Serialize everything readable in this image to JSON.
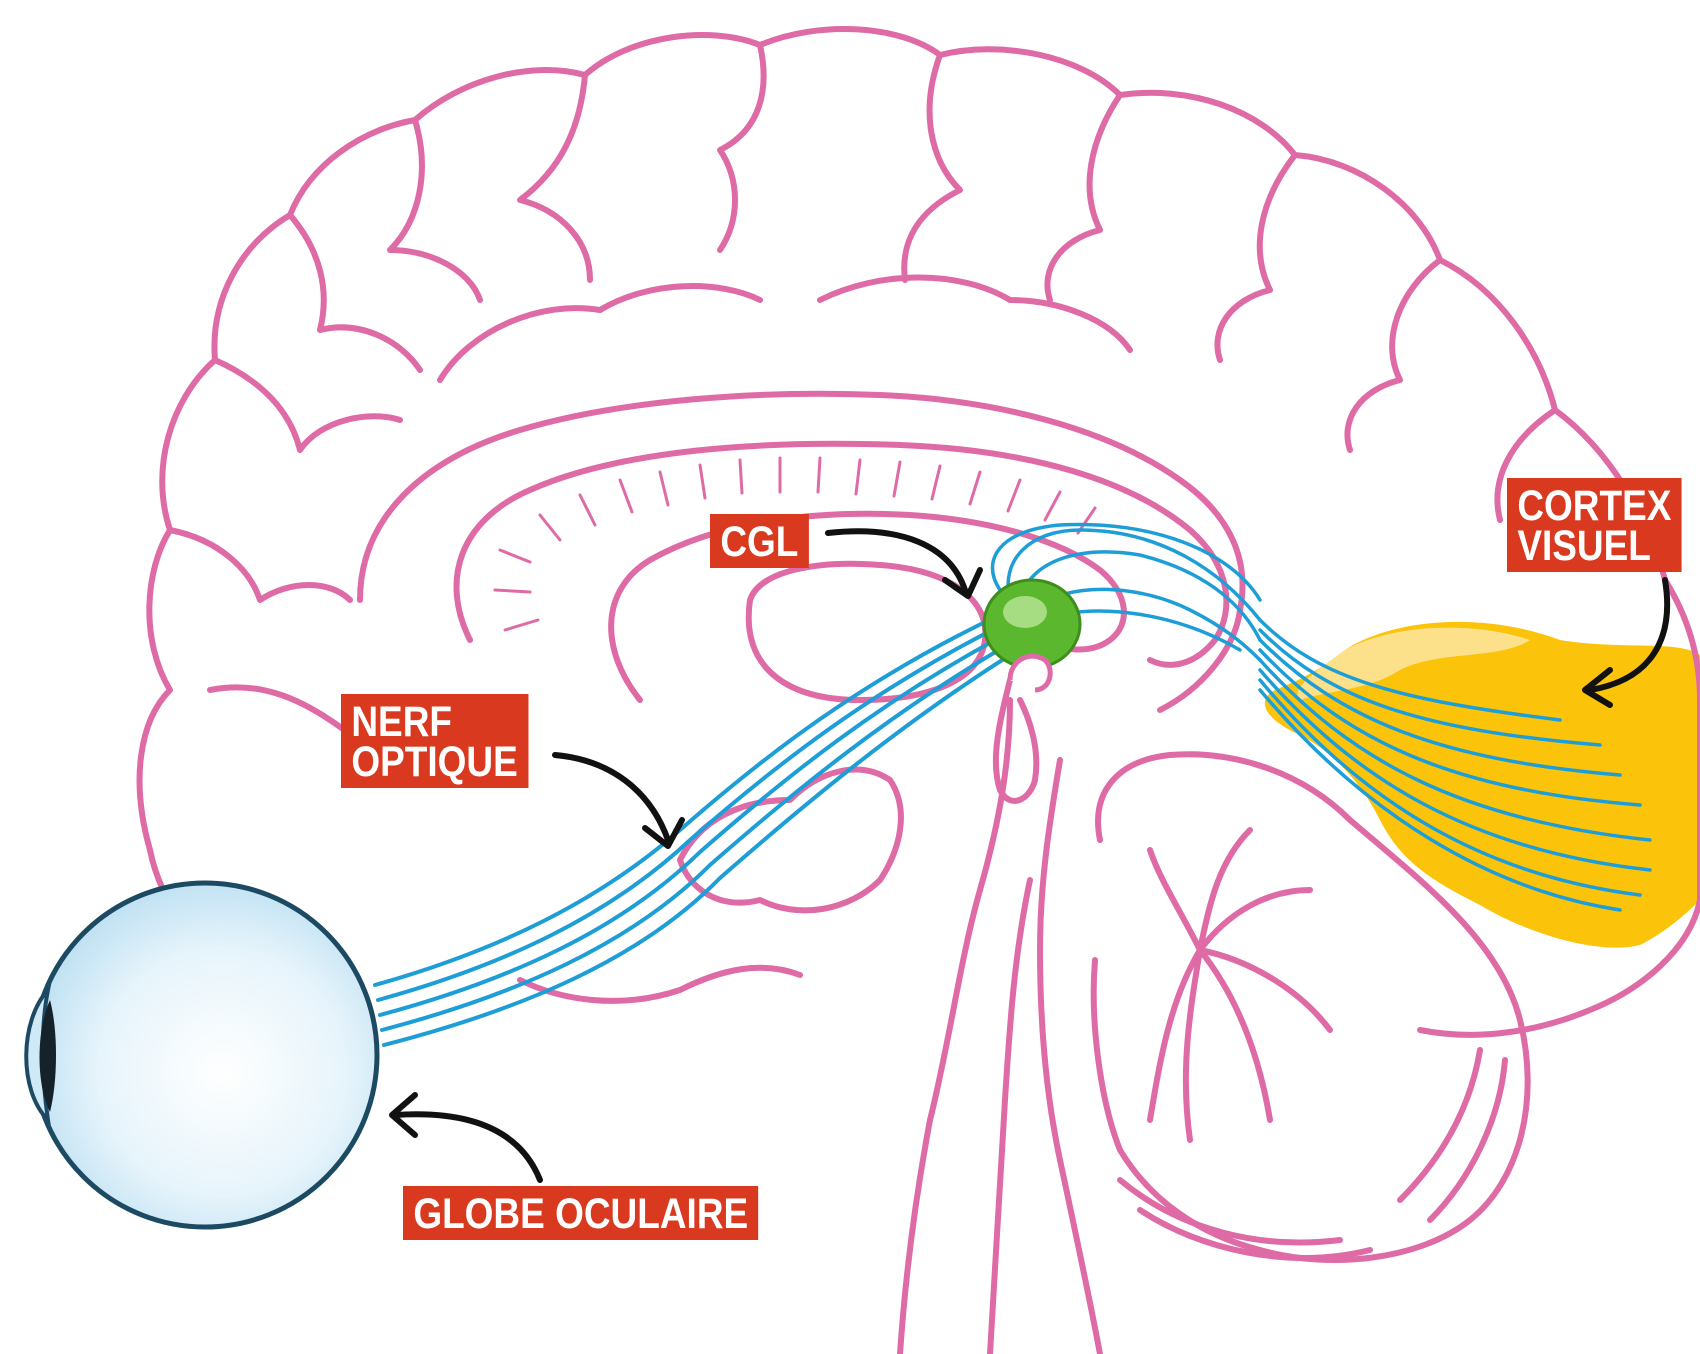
{
  "colors": {
    "brain_outline": "#de6aa6",
    "nerve": "#1e9ed6",
    "nucleus": "#5bb82e",
    "cortex_fill": "#fcc30b",
    "eye_outline": "#1d4a63",
    "eye_fill": "#d8eef9",
    "label_bg": "#d93a1f",
    "label_text": "#ffffff",
    "arrow": "#111111"
  },
  "labels": {
    "cgl": "CGL",
    "cortex_visuel": "CORTEX\nVISUEL",
    "nerf_optique": "NERF\nOPTIQUE",
    "globe_oculaire": "GLOBE OCULAIRE"
  }
}
